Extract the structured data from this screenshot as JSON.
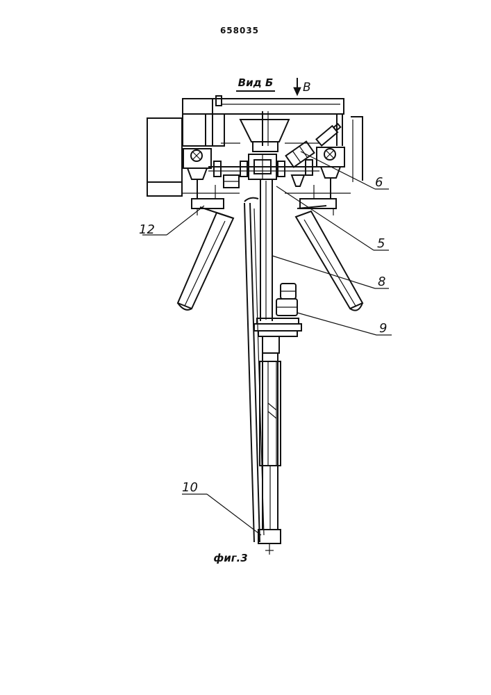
{
  "patent_number": "658035",
  "view_label": "Вид Б",
  "arrow_label": "В",
  "figure_caption": "фиг.3",
  "callouts": {
    "c12": "12",
    "c6": "6",
    "c5": "5",
    "c8": "8",
    "c9": "9",
    "c10": "10"
  }
}
